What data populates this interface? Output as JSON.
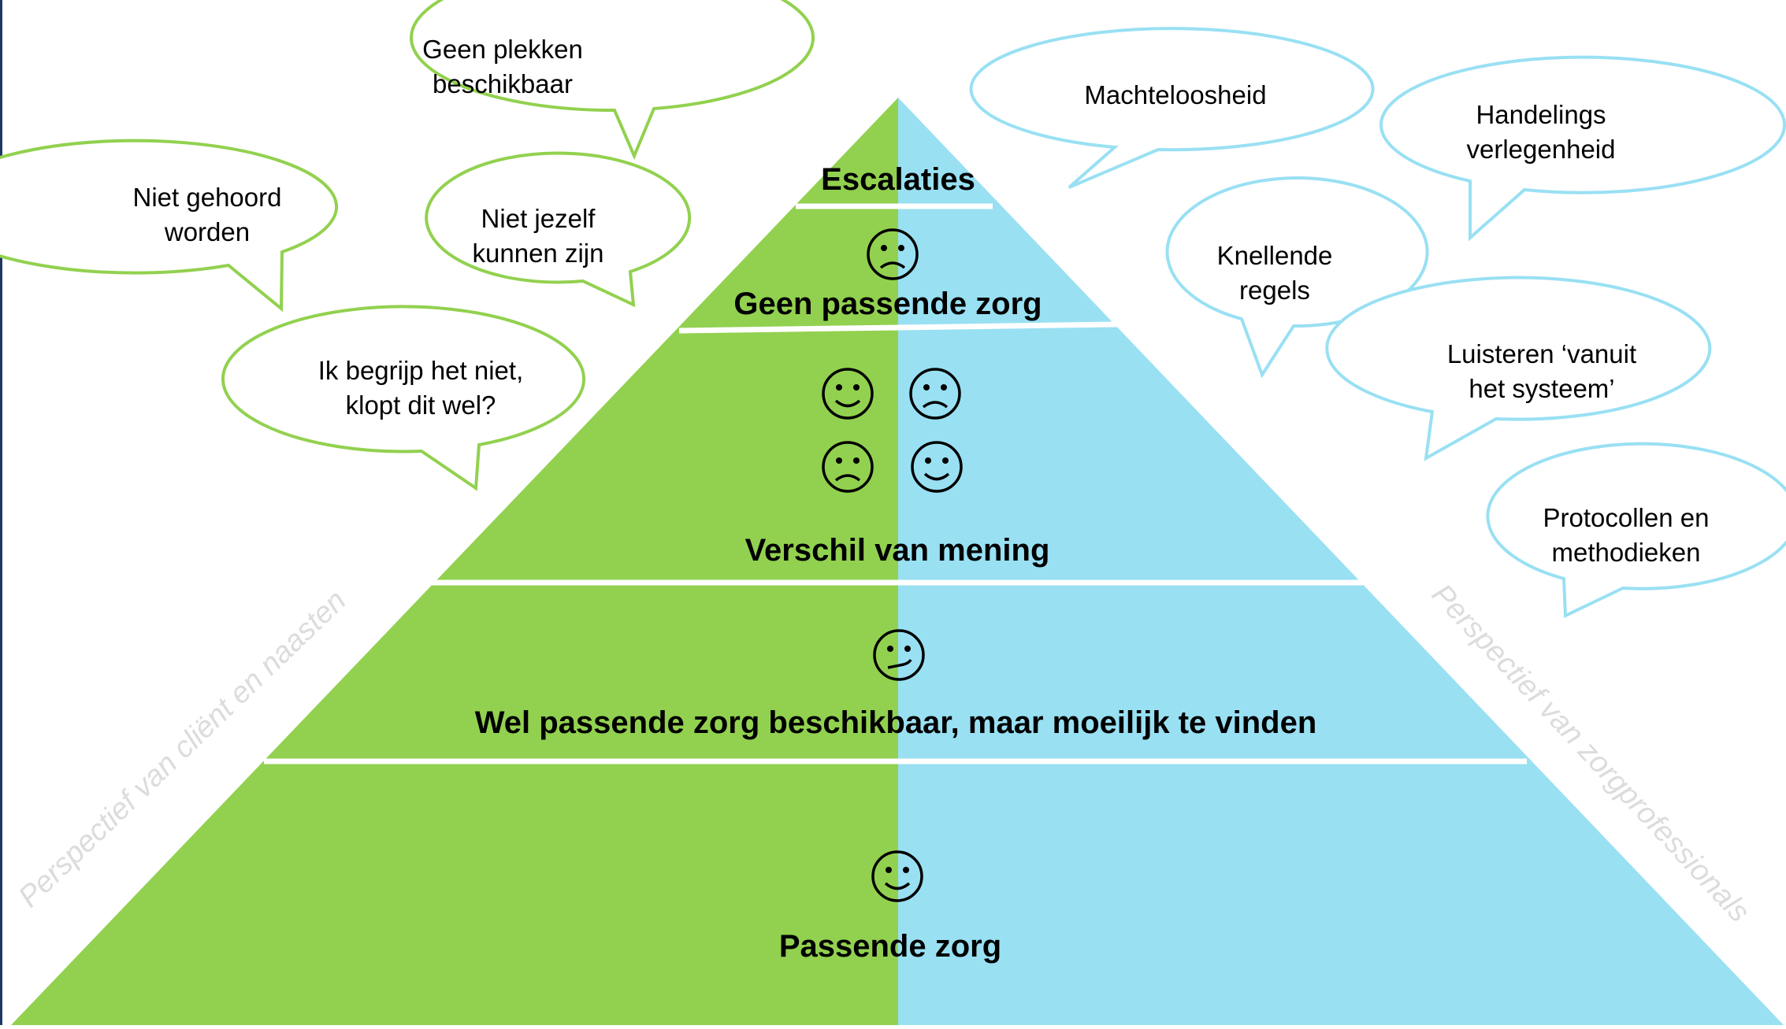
{
  "colors": {
    "left_half": "#92D14F",
    "right_half": "#99E0F3",
    "separator": "#ffffff",
    "bubble_left_stroke": "#92D14F",
    "bubble_right_stroke": "#99E0F3",
    "watermark": "#dcdcdc",
    "left_edge_rule": "#1F3864"
  },
  "pyramid": {
    "levels": [
      {
        "label": "Escalaties",
        "faces": []
      },
      {
        "label": "Geen passende zorg",
        "faces": [
          "sad"
        ]
      },
      {
        "label": "Verschil van mening",
        "faces": [
          "happy",
          "sad",
          "sad",
          "happy"
        ]
      },
      {
        "label": "Wel passende zorg beschikbaar, maar moeilijk te vinden",
        "faces": [
          "unsure"
        ]
      },
      {
        "label": "Passende zorg",
        "faces": [
          "happy"
        ]
      }
    ]
  },
  "watermarks": {
    "left": "Perspectief van cliënt en naasten",
    "right": "Perspectief van zorgprofessionals"
  },
  "bubbles": {
    "client": [
      {
        "lines": [
          "Geen plekken",
          "beschikbaar"
        ]
      },
      {
        "lines": [
          "Niet gehoord",
          "worden"
        ]
      },
      {
        "lines": [
          "Niet jezelf",
          "kunnen zijn"
        ]
      },
      {
        "lines": [
          "Ik begrijp het niet,",
          "klopt dit wel?"
        ]
      }
    ],
    "professional": [
      {
        "lines": [
          "Machteloosheid"
        ]
      },
      {
        "lines": [
          "Handelings",
          "verlegenheid"
        ]
      },
      {
        "lines": [
          "Knellende",
          "regels"
        ]
      },
      {
        "lines": [
          "Luisteren ‘vanuit",
          "het systeem’"
        ]
      },
      {
        "lines": [
          "Protocollen en",
          "methodieken"
        ]
      }
    ]
  }
}
